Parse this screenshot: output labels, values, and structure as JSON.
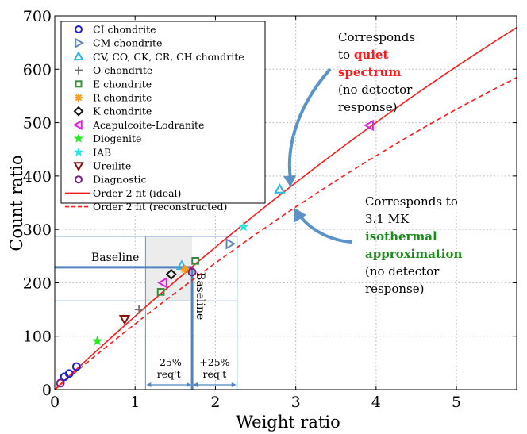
{
  "chart_data": {
    "type": "scatter",
    "xlabel": "Weight ratio",
    "ylabel": "Count ratio",
    "xlim": [
      0,
      5.75
    ],
    "ylim": [
      0,
      700
    ],
    "xticks": [
      0,
      1,
      2,
      3,
      4,
      5
    ],
    "yticks": [
      0,
      100,
      200,
      300,
      400,
      500,
      600,
      700
    ],
    "grid": true,
    "legend_position": "top-left",
    "series": [
      {
        "name": "CI chondrite",
        "marker": "circle",
        "color": "#1f1fd6",
        "points": [
          [
            0.12,
            24
          ],
          [
            0.18,
            30
          ],
          [
            0.27,
            43
          ]
        ]
      },
      {
        "name": "CM chondrite",
        "marker": "triangle-right",
        "color": "#5f88b8",
        "points": [
          [
            2.18,
            273
          ]
        ]
      },
      {
        "name": "CV, CO, CK, CR, CH chondrite",
        "marker": "triangle-up",
        "color": "#27b6e6",
        "points": [
          [
            1.58,
            232
          ],
          [
            2.8,
            375
          ]
        ]
      },
      {
        "name": "O chondrite",
        "marker": "plus",
        "color": "#707070",
        "points": [
          [
            1.05,
            150
          ]
        ]
      },
      {
        "name": "E chondrite",
        "marker": "square",
        "color": "#3d8a3d",
        "points": [
          [
            1.32,
            183
          ],
          [
            1.75,
            241
          ]
        ]
      },
      {
        "name": "R chondrite",
        "marker": "asterisk",
        "color": "#ff9a1a",
        "points": [
          [
            1.62,
            225
          ]
        ]
      },
      {
        "name": "K chondrite",
        "marker": "diamond",
        "color": "#111111",
        "points": [
          [
            1.45,
            216
          ]
        ]
      },
      {
        "name": "Acapulcoite-Lodranite",
        "marker": "triangle-left",
        "color": "#e020e0",
        "points": [
          [
            1.35,
            200
          ],
          [
            3.92,
            495
          ]
        ]
      },
      {
        "name": "Diogenite",
        "marker": "star",
        "color": "#22ee22",
        "points": [
          [
            0.53,
            91
          ]
        ]
      },
      {
        "name": "IAB",
        "marker": "star",
        "color": "#22e8e8",
        "points": [
          [
            2.35,
            305
          ]
        ]
      },
      {
        "name": "Ureilite",
        "marker": "triangle-down",
        "color": "#8b1010",
        "points": [
          [
            0.87,
            132
          ]
        ]
      },
      {
        "name": "Diagnostic",
        "marker": "circle",
        "color": "#7a1f86",
        "points": [
          [
            0.07,
            12
          ],
          [
            1.71,
            220
          ]
        ]
      },
      {
        "name": "Order 2 fit (ideal)",
        "type": "line",
        "style": "solid",
        "color": "#ff1a1a",
        "coeffs": [
          0,
          141.5,
          -4.1
        ]
      },
      {
        "name": "Order 2 fit (reconstructed)",
        "type": "line",
        "style": "dashed",
        "color": "#ff1a1a",
        "coeffs": [
          0,
          127.5,
          -4.5
        ]
      }
    ],
    "baseline": {
      "label_x": "Baseline",
      "label_y": "Baseline",
      "x": 1.71,
      "y": 229
    },
    "requirement_box": {
      "x": [
        1.13,
        2.27
      ],
      "y": [
        166,
        287
      ],
      "fill": "#ececec",
      "edge": "#5f93c9"
    },
    "requirement_labels": {
      "left": [
        "-25%",
        "req't"
      ],
      "right": [
        "+25%",
        "req't"
      ]
    },
    "annotations": [
      {
        "lines": [
          "Corresponds",
          "to ",
          "quiet",
          "spectrum",
          "(no detector",
          "response)"
        ],
        "highlight": [
          "quiet",
          "spectrum"
        ],
        "highlight_color": "#ff1a1a"
      },
      {
        "lines": [
          "Corresponds to",
          "3.1 MK",
          "isothermal",
          "approximation",
          "(no detector",
          "response)"
        ],
        "highlight": [
          "isothermal",
          "approximation"
        ],
        "highlight_color": "#1a8a1a"
      }
    ]
  }
}
